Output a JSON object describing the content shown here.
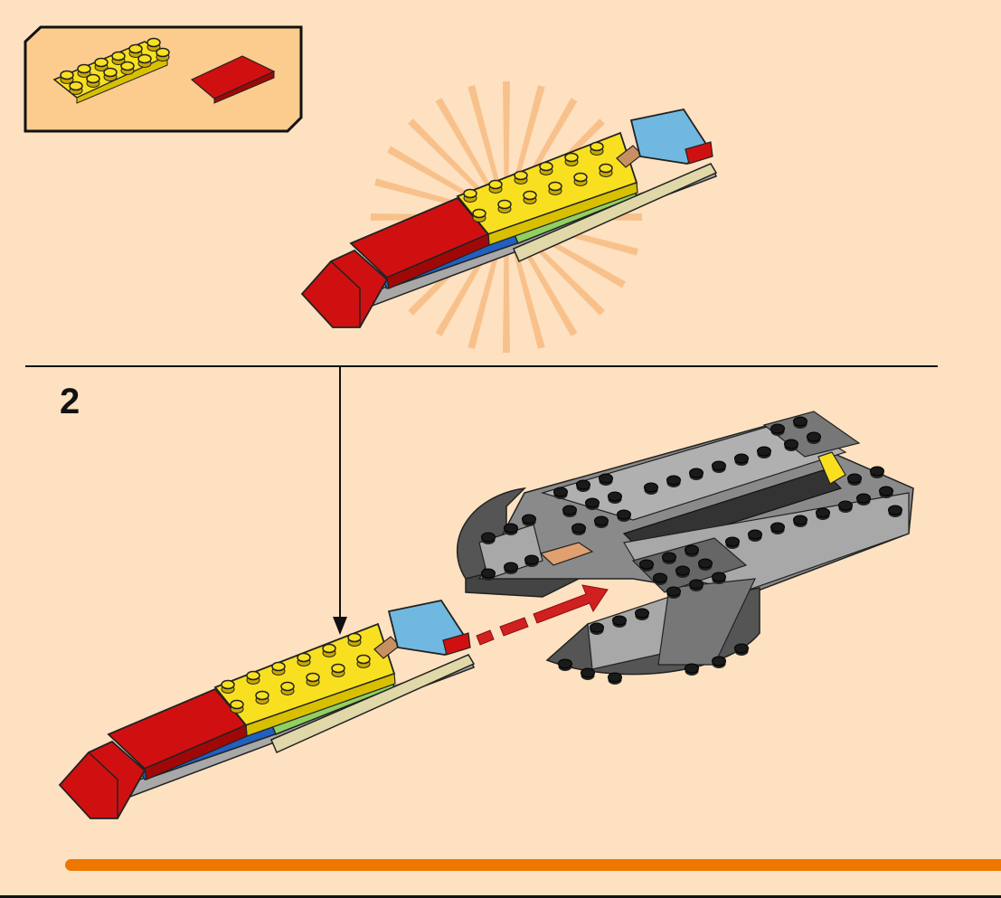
{
  "step": {
    "number": "2"
  },
  "colors": {
    "background": "#FDE1C0",
    "parts_box": "#FCCB8E",
    "accent_bar": "#EE7700",
    "brick_red": "#D01010",
    "brick_yellow": "#F8E020",
    "brick_blue": "#2060C0",
    "brick_green": "#90D060",
    "brick_tan": "#E0D8A8",
    "brick_light_blue": "#70B8E0",
    "brick_gray": "#A8A8A8",
    "brick_dark_gray": "#505050"
  },
  "parts_list": [
    {
      "part": "yellow-plate-2x6",
      "quantity_shown": 1
    },
    {
      "part": "red-tile-2x4",
      "quantity_shown": 1
    }
  ]
}
